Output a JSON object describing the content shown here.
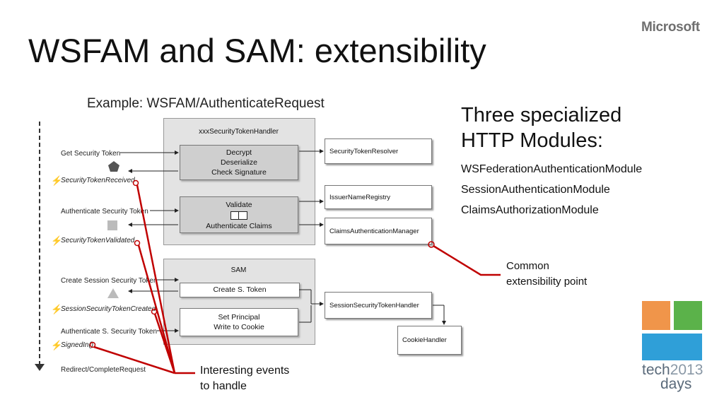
{
  "slide": {
    "title": "WSFAM and SAM: extensibility",
    "brand": "Microsoft",
    "example_label": "Example: WSFAM/AuthenticateRequest",
    "heading": "Three specialized HTTP Modules:",
    "modules": [
      "WSFederationAuthenticationModule",
      "SessionAuthenticationModule",
      "ClaimsAuthorizationModule"
    ],
    "callout_common": [
      "Common",
      "extensibility point"
    ],
    "callout_events": [
      "Interesting events",
      "to handle"
    ]
  },
  "diagram": {
    "steps": [
      "Get Security Token",
      "Authenticate Security Token",
      "Create Session Security Token",
      "Authenticate S. Security Token",
      "Redirect/CompleteRequest"
    ],
    "events": [
      "SecurityTokenReceived",
      "SecurityTokenValidated",
      "SessionSecurityTokenCreated",
      "SignedIn()"
    ],
    "event_icon": "lightning-bolt-icon",
    "handler_group": {
      "title": "xxxSecurityTokenHandler",
      "box1": [
        "Decrypt",
        "Deserialize",
        "Check Signature"
      ],
      "box2": [
        "Validate",
        "Authenticate Claims"
      ]
    },
    "sam_group": {
      "title": "SAM",
      "box1": "Create S. Token",
      "box2": [
        "Set Principal",
        "Write to Cookie"
      ]
    },
    "right_boxes": [
      "SecurityTokenResolver",
      "IssuerNameRegistry",
      "ClaimsAuthenticationManager",
      "SessionSecurityTokenHandler",
      "CookieHandler"
    ],
    "callout_line_color": "#c00000"
  },
  "logo": {
    "line1": "tech",
    "line1_year": "2013",
    "line2": "days",
    "colors": [
      "#f0954a",
      "#5bb24a",
      "#2f9fd8"
    ]
  }
}
